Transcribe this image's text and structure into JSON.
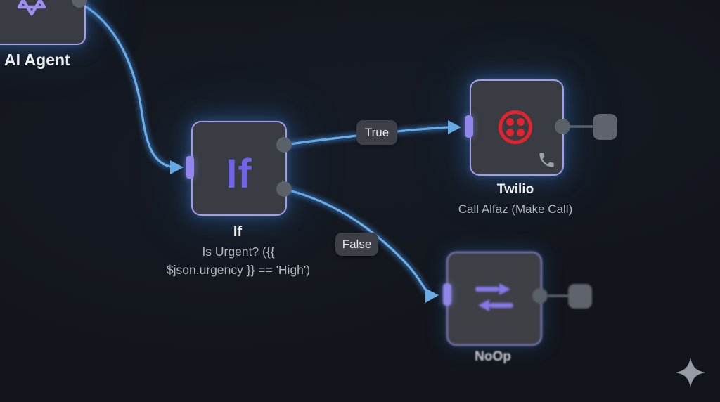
{
  "workflow": {
    "nodes": {
      "ai_agent": {
        "label": "AI Agent",
        "icon": "openai-icon"
      },
      "if_node": {
        "label": "If",
        "glyph": "If",
        "subtitle_line1": "Is Urgent? ({{",
        "subtitle_line2": "$json.urgency }} == 'High')"
      },
      "twilio": {
        "label": "Twilio",
        "subtitle": "Call Alfaz (Make Call)",
        "icon": "twilio-icon"
      },
      "noop": {
        "label": "NoOp",
        "icon": "swap-arrows-icon"
      }
    },
    "edges": {
      "true_label": "True",
      "false_label": "False"
    }
  },
  "colors": {
    "background": "#12151b",
    "node_fill": "#393c42",
    "node_border": "#a29cec",
    "connection_blue": "#6aade7",
    "accent_purple": "#7165e6",
    "twilio_red": "#e1242e",
    "port_gray": "#5b6169",
    "label_white": "#edeff1",
    "subtitle_gray": "#b2b7be"
  }
}
